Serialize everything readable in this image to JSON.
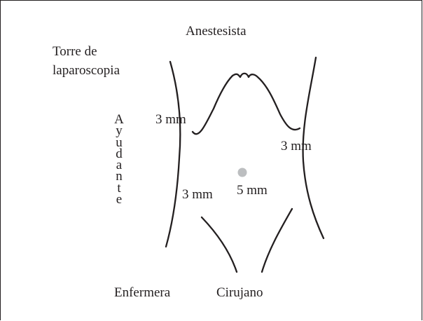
{
  "labels": {
    "anesthetist": "Anestesista",
    "tower_line1": "Torre de",
    "tower_line2": "laparoscopia",
    "assistant": "Ayudante",
    "nurse": "Enfermera",
    "surgeon": "Cirujano"
  },
  "ports": {
    "left_upper": "3 mm",
    "right": "3 mm",
    "left_lower": "3 mm",
    "umbilical": "5 mm"
  },
  "colors": {
    "line": "#231f20",
    "port_marker": "#bcbec0"
  }
}
